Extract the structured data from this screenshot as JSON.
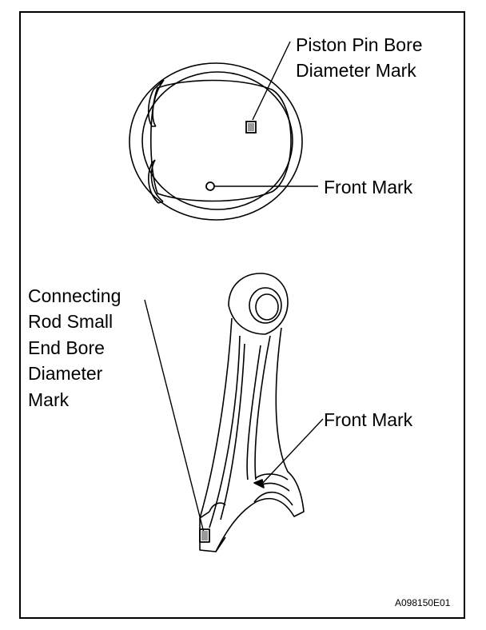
{
  "figure": {
    "labels": {
      "piston_pin_bore_line1": "Piston Pin Bore",
      "piston_pin_bore_line2": "Diameter Mark",
      "piston_front_mark": "Front Mark",
      "rod_line1": "Connecting",
      "rod_line2": "Rod Small",
      "rod_line3": "End Bore",
      "rod_line4": "Diameter",
      "rod_line5": "Mark",
      "rod_front_mark": "Front Mark"
    },
    "figure_code": "A098150E01"
  }
}
